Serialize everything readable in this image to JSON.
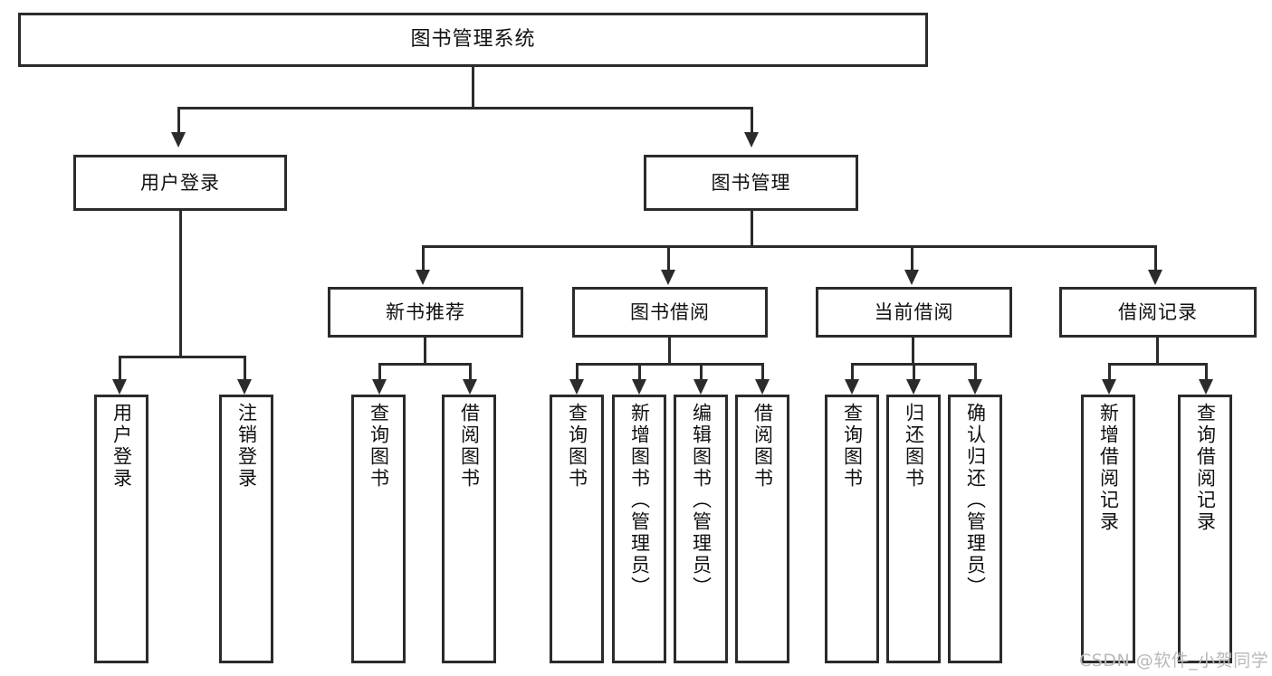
{
  "diagram": {
    "type": "tree-hierarchy",
    "title": "图书管理系统",
    "watermark": "CSDN @软件_小贺同学",
    "colors": {
      "box_border": "#2b2b2b",
      "connector": "#2b2b2b",
      "background": "#ffffff",
      "text": "#111111",
      "watermark": "#b9b9b9"
    },
    "nodes": {
      "root": {
        "label": "图书管理系统"
      },
      "level2": [
        {
          "label": "用户登录"
        },
        {
          "label": "图书管理"
        }
      ],
      "level3": [
        {
          "label": "新书推荐"
        },
        {
          "label": "图书借阅"
        },
        {
          "label": "当前借阅"
        },
        {
          "label": "借阅记录"
        }
      ],
      "leaves": {
        "user_login": [
          {
            "label": "用户登录"
          },
          {
            "label": "注销登录"
          }
        ],
        "new_book": [
          {
            "label": "查询图书"
          },
          {
            "label": "借阅图书"
          }
        ],
        "book_borrow": [
          {
            "label": "查询图书"
          },
          {
            "label": "新增图书（管理员）"
          },
          {
            "label": "编辑图书（管理员）"
          },
          {
            "label": "借阅图书"
          }
        ],
        "current_borrow": [
          {
            "label": "查询图书"
          },
          {
            "label": "归还图书"
          },
          {
            "label": "确认归还（管理员）"
          }
        ],
        "borrow_record": [
          {
            "label": "新增借阅记录"
          },
          {
            "label": "查询借阅记录"
          }
        ]
      }
    }
  }
}
